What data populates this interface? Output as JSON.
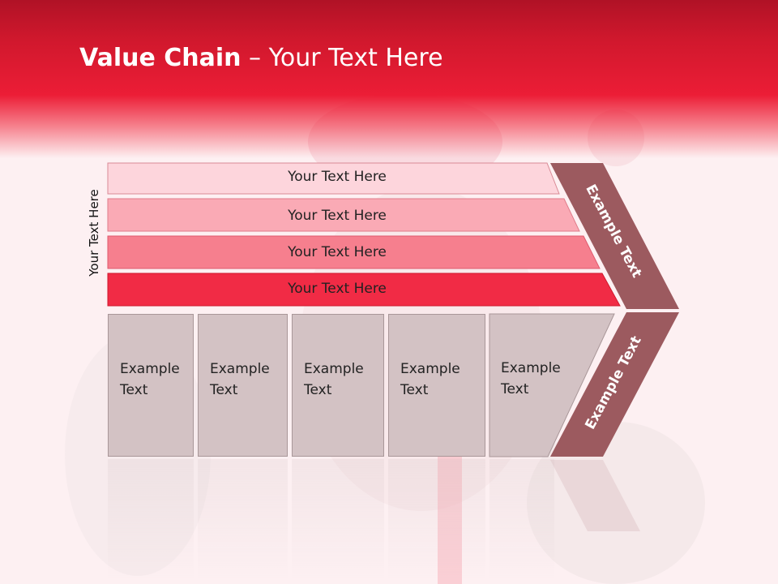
{
  "slide": {
    "title_bold": "Value Chain",
    "title_rest": " – Your Text Here",
    "side_label": "Your Text Here"
  },
  "bars": [
    {
      "label": "Your Text Here"
    },
    {
      "label": "Your Text Here"
    },
    {
      "label": "Your Text Here"
    },
    {
      "label": "Your Text Here"
    }
  ],
  "columns": [
    {
      "label": "Example\nText"
    },
    {
      "label": "Example\nText"
    },
    {
      "label": "Example\nText"
    },
    {
      "label": "Example\nText"
    },
    {
      "label": "Example\nText"
    }
  ],
  "chevron": {
    "upper_label": "Example Text",
    "lower_label": "Example Text"
  },
  "colors": {
    "header": "#ec1d36",
    "bar1": "#fdd5dc",
    "bar2": "#faaab5",
    "bar3": "#f67f8e",
    "bar4": "#f12b45",
    "columns": "#d3c2c4",
    "chevron": "#9c5a5f"
  }
}
